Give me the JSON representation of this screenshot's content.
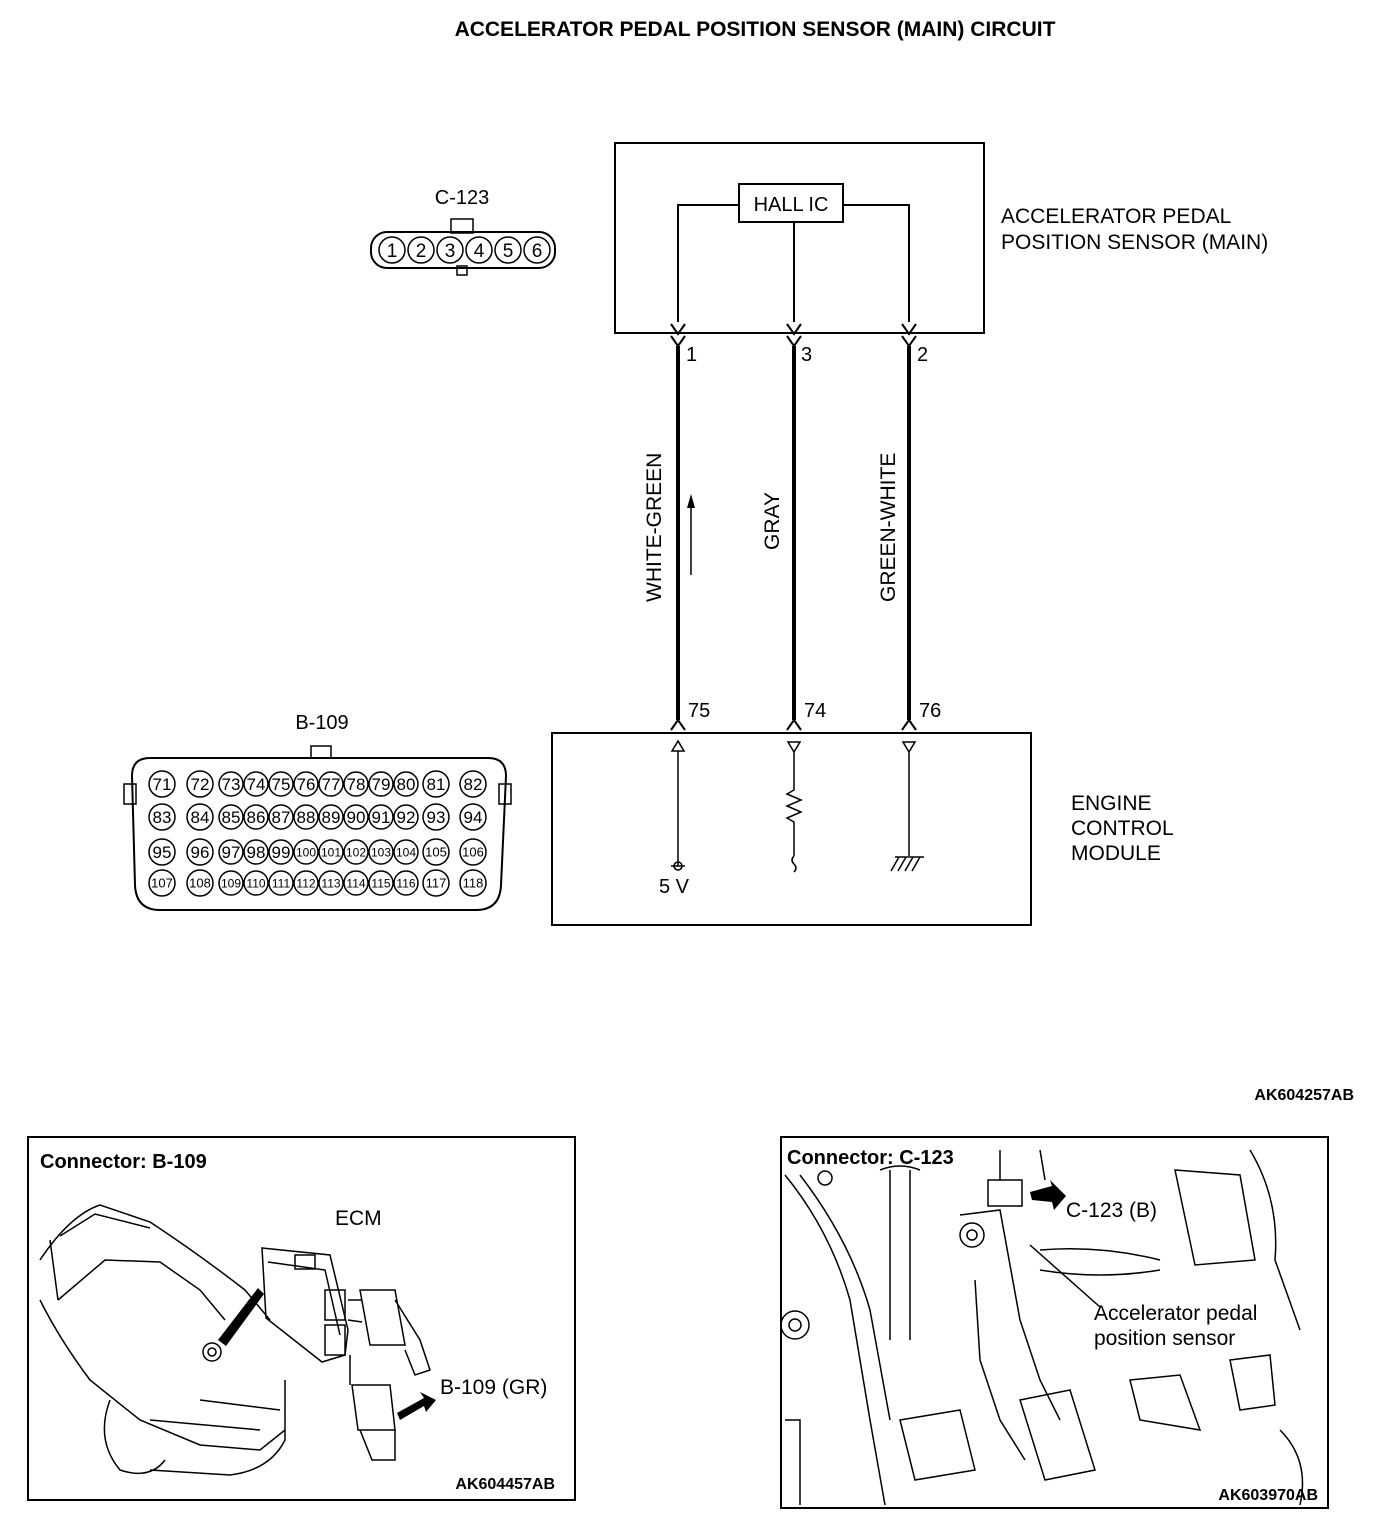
{
  "title": "ACCELERATOR PEDAL POSITION SENSOR (MAIN) CIRCUIT",
  "sensor": {
    "ic_label": "HALL IC",
    "name_line1": "ACCELERATOR PEDAL",
    "name_line2": "POSITION SENSOR (MAIN)",
    "pins": [
      "1",
      "3",
      "2"
    ]
  },
  "wires": [
    "WHITE-GREEN",
    "GRAY",
    "GREEN-WHITE"
  ],
  "ecm": {
    "pins": [
      "75",
      "74",
      "76"
    ],
    "name_line1": "ENGINE",
    "name_line2": "CONTROL",
    "name_line3": "MODULE",
    "voltage": "5 V"
  },
  "connector_c123": {
    "label": "C-123",
    "pins": [
      "1",
      "2",
      "3",
      "4",
      "5",
      "6"
    ]
  },
  "connector_b109": {
    "label": "B-109",
    "rows": [
      [
        "71",
        "72",
        "73",
        "74",
        "75",
        "76",
        "77",
        "78",
        "79",
        "80",
        "81",
        "82"
      ],
      [
        "83",
        "84",
        "85",
        "86",
        "87",
        "88",
        "89",
        "90",
        "91",
        "92",
        "93",
        "94"
      ],
      [
        "95",
        "96",
        "97",
        "98",
        "99",
        "100",
        "101",
        "102",
        "103",
        "104",
        "105",
        "106"
      ],
      [
        "107",
        "108",
        "109",
        "110",
        "111",
        "112",
        "113",
        "114",
        "115",
        "116",
        "117",
        "118"
      ]
    ]
  },
  "figure_code_main": "AK604257AB",
  "panel_left": {
    "title": "Connector: B-109",
    "ecm_label": "ECM",
    "connector_label": "B-109 (GR)",
    "code": "AK604457AB"
  },
  "panel_right": {
    "title": "Connector: C-123",
    "connector_label": "C-123 (B)",
    "sensor_line1": "Accelerator pedal",
    "sensor_line2": "position sensor",
    "code": "AK603970AB"
  }
}
